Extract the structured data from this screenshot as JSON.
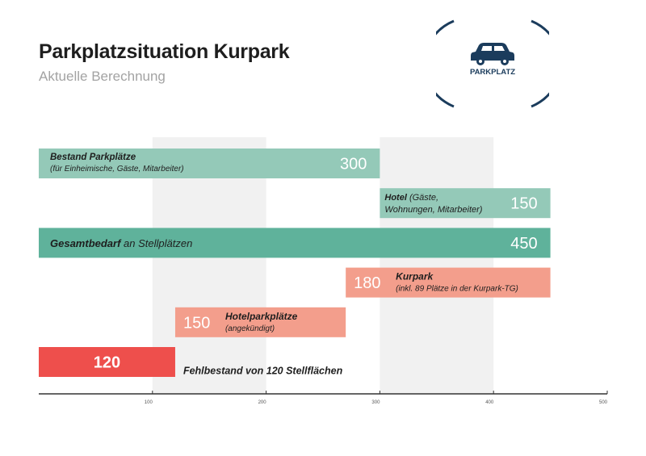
{
  "header": {
    "title": "Parkplatzsituation Kurpark",
    "subtitle": "Aktuelle Berechnung"
  },
  "logo": {
    "icon": "car-icon",
    "label": "PARKPLATZ",
    "color": "#1b3c5c"
  },
  "colors": {
    "teal_light": "#94c9b8",
    "teal_dark": "#5fb29b",
    "salmon": "#f39e8c",
    "red": "#ee4f4c",
    "band": "#f1f1f1",
    "axis": "#333333"
  },
  "chart_data": {
    "type": "bar",
    "orientation": "horizontal-waterfall",
    "xlim": [
      0,
      500
    ],
    "ticks": [
      100,
      200,
      300,
      400,
      500
    ],
    "grid": "alternating-bands",
    "bars": [
      {
        "title": "Bestand Parkplätze",
        "note": "(für Einheimische, Gäste, Mitarbeiter)",
        "start": 0,
        "end": 300,
        "value_label": "300",
        "color": "#94c9b8",
        "label_position": "inside-left",
        "value_position": "inside-right"
      },
      {
        "title": "Hotel",
        "note": " (Gäste,",
        "note2": "Wohnungen, Mitarbeiter)",
        "start": 300,
        "end": 450,
        "value_label": "150",
        "color": "#94c9b8",
        "label_position": "inside-left",
        "value_position": "inside-right"
      },
      {
        "title": "Gesamtbedarf",
        "note": " an Stellplätzen",
        "start": 0,
        "end": 450,
        "value_label": "450",
        "color": "#5fb29b",
        "label_position": "inside-left",
        "value_position": "inside-right"
      },
      {
        "title": "Kurpark",
        "note": "(inkl. 89 Plätze in der Kurpark-TG)",
        "start": 270,
        "end": 450,
        "value_label": "180",
        "color": "#f39e8c",
        "label_position": "inside-right-of-value",
        "value_position": "inside-left"
      },
      {
        "title": "Hotelparkplätze",
        "note": "(angekündigt)",
        "start": 120,
        "end": 270,
        "value_label": "150",
        "color": "#f39e8c",
        "label_position": "inside-right-of-value",
        "value_position": "inside-left"
      },
      {
        "title": "Fehlbestand von 120 Stellflächen",
        "note": "",
        "start": 0,
        "end": 120,
        "value_label": "120",
        "color": "#ee4f4c",
        "label_position": "outside-right",
        "value_position": "center"
      }
    ]
  }
}
